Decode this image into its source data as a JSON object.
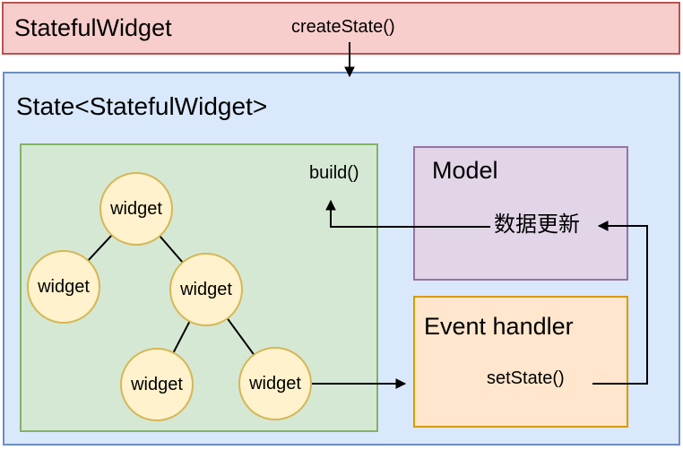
{
  "diagram": {
    "stateful_widget": {
      "label": "StatefulWidget",
      "method": "createState()"
    },
    "state": {
      "label": "State<StatefulWidget>"
    },
    "widget_tree": {
      "build_label": "build()",
      "nodes": [
        {
          "label": "widget"
        },
        {
          "label": "widget"
        },
        {
          "label": "widget"
        },
        {
          "label": "widget"
        },
        {
          "label": "widget"
        }
      ]
    },
    "model": {
      "label": "Model",
      "annotation": "数据更新"
    },
    "event_handler": {
      "label": "Event handler",
      "method": "setState()"
    }
  },
  "colors": {
    "red_fill": "#f8cecc",
    "red_stroke": "#b85450",
    "blue_fill": "#dae8fc",
    "blue_stroke": "#6c8ebf",
    "green_fill": "#d5e8d4",
    "green_stroke": "#82b366",
    "yellow_fill": "#fff2cc",
    "yellow_stroke": "#d6b656",
    "purple_fill": "#e1d5e7",
    "purple_stroke": "#9673a6",
    "orange_fill": "#ffe6cc",
    "orange_stroke": "#d79b00",
    "arrow": "#000000"
  }
}
